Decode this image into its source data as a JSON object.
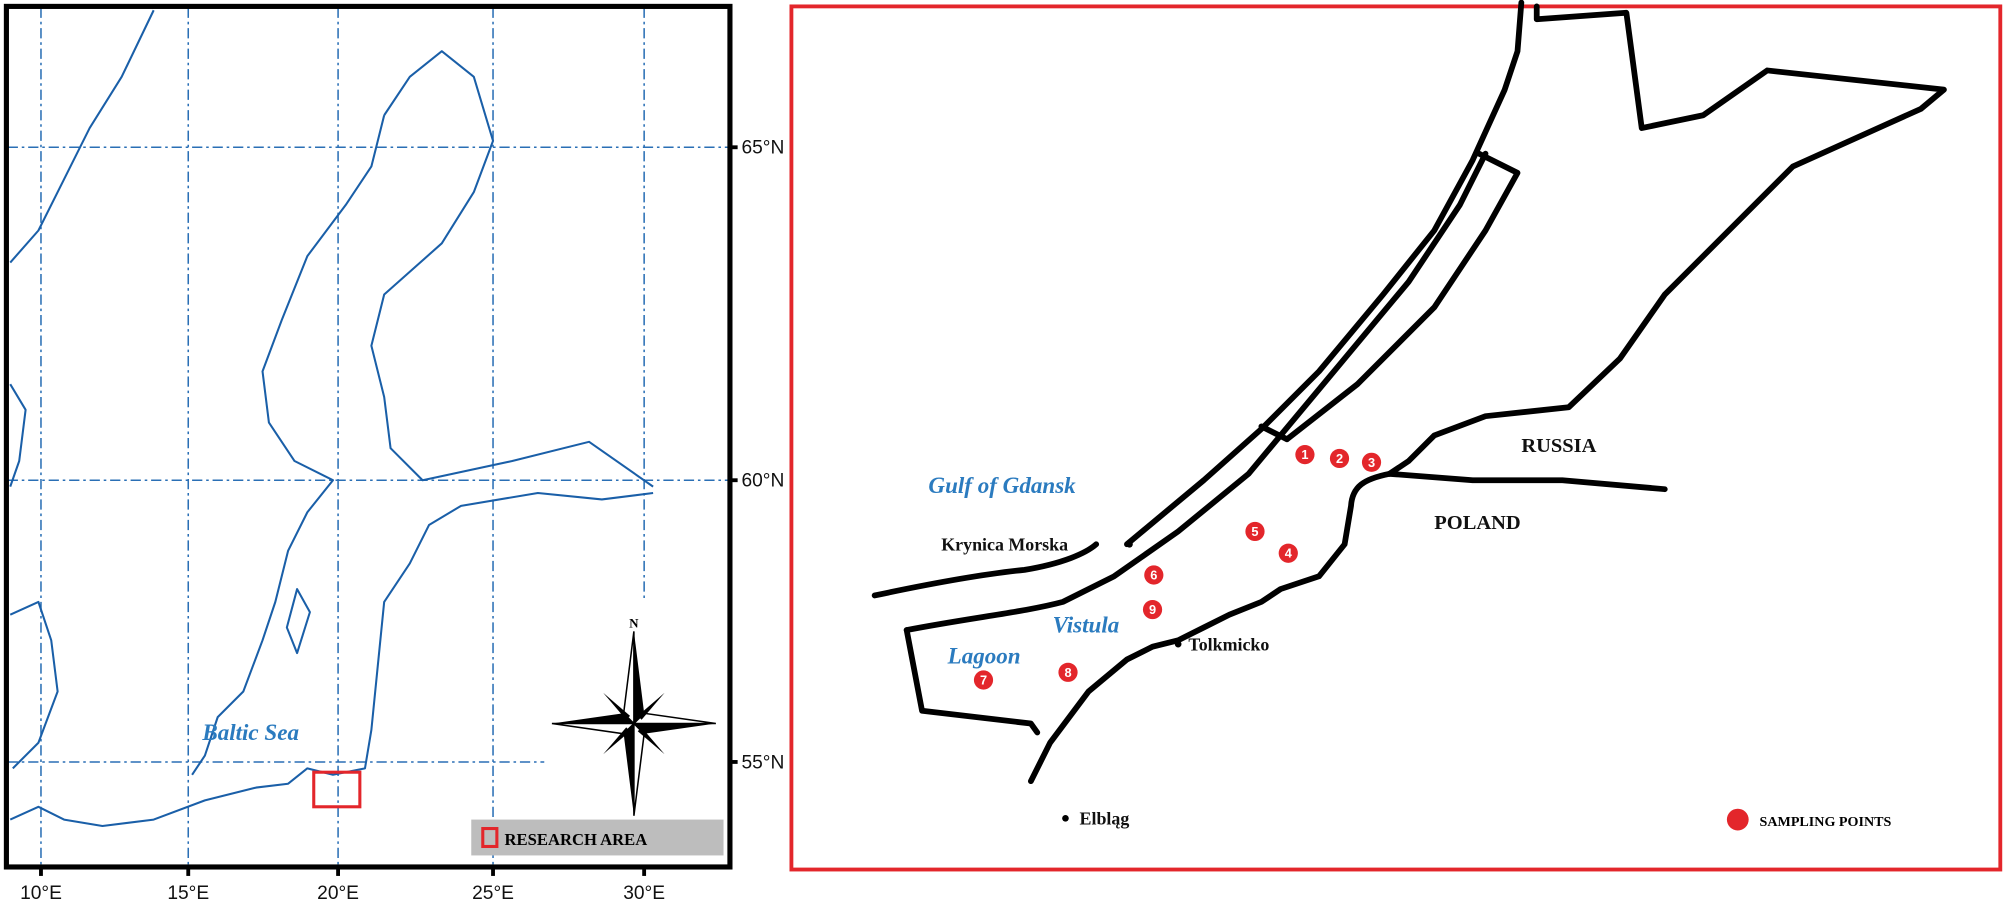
{
  "overview_map": {
    "longitude_labels": [
      "10°E",
      "15°E",
      "20°E",
      "25°E",
      "30°E"
    ],
    "latitude_labels": [
      "65°N",
      "60°N",
      "55°N"
    ],
    "sea_label": "Baltic Sea",
    "north_label": "N",
    "legend_label": "RESEARCH AREA",
    "research_area_color": "#e3262b",
    "coast_color": "#1a5fa8"
  },
  "detail_map": {
    "frame_color": "#e3262b",
    "water_labels": {
      "gulf": "Gulf of Gdansk",
      "lagoon_1": "Vistula",
      "lagoon_2": "Lagoon"
    },
    "countries": {
      "russia": "RUSSIA",
      "poland": "POLAND"
    },
    "towns": {
      "krynica": "Krynica Morska",
      "tolkmicko": "Tolkmicko",
      "elblag": "Elbląg"
    },
    "sampling_points": [
      "1",
      "2",
      "3",
      "4",
      "5",
      "6",
      "7",
      "8",
      "9"
    ],
    "legend_label": "SAMPLING POINTS",
    "point_color": "#e3262b"
  }
}
